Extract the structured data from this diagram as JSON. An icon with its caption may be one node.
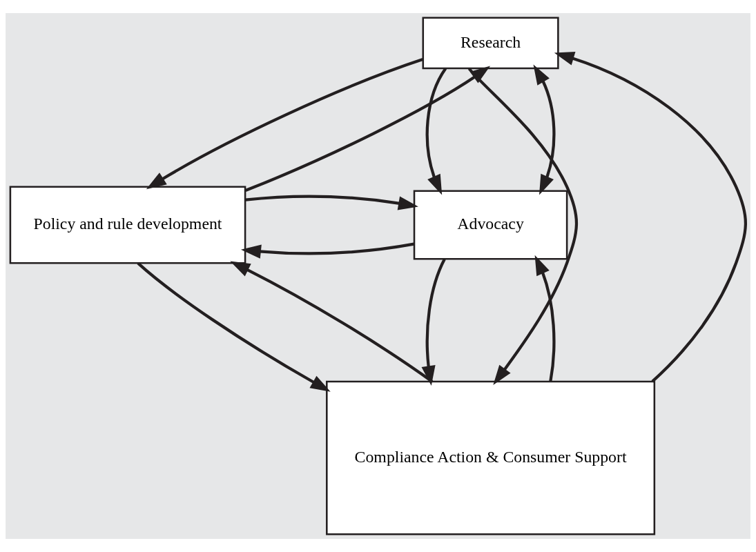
{
  "diagram": {
    "nodes": [
      {
        "text": [
          "Research"
        ]
      },
      {
        "text": [
          "Policy and rule development"
        ]
      },
      {
        "text": [
          "Advocacy"
        ]
      },
      {
        "text": [
          "Compliance Action & Consumer Support"
        ]
      }
    ],
    "edges": [
      {
        "from": 0,
        "to": 1,
        "arrow": "to"
      },
      {
        "from": 1,
        "to": 0,
        "arrow": "to"
      },
      {
        "from": 0,
        "to": 2,
        "arrow": "to"
      },
      {
        "from": 0,
        "to": 2,
        "arrow": "both"
      },
      {
        "from": 2,
        "to": 1,
        "arrow": "to"
      },
      {
        "from": 1,
        "to": 2,
        "arrow": "to"
      },
      {
        "from": 3,
        "to": 0,
        "arrow": "to"
      },
      {
        "from": 0,
        "to": 3,
        "arrow": "to"
      },
      {
        "from": 1,
        "to": 3,
        "arrow": "to"
      },
      {
        "from": 3,
        "to": 1,
        "arrow": "to"
      },
      {
        "from": 2,
        "to": 3,
        "arrow": "to"
      },
      {
        "from": 3,
        "to": 2,
        "arrow": "to"
      }
    ]
  }
}
